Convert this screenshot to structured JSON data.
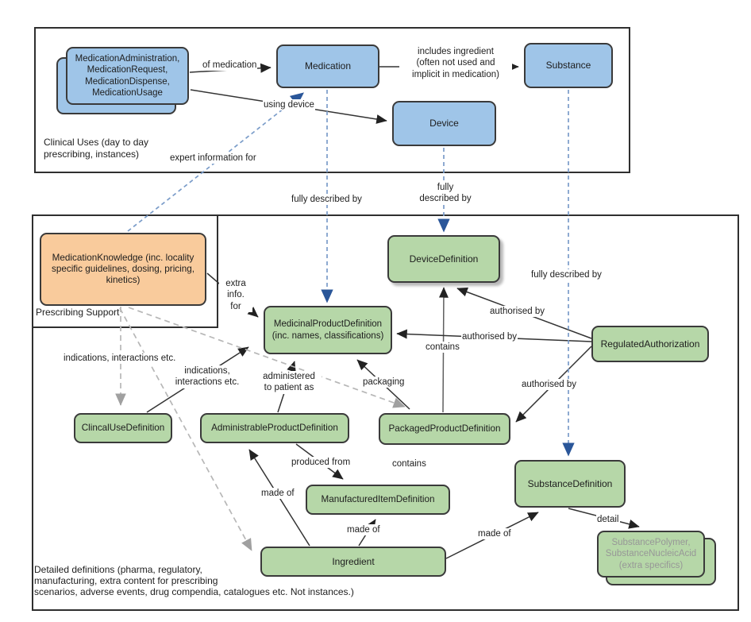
{
  "title": "Medication resources relationship diagram",
  "colors": {
    "node_blue": "#9fc5e8",
    "node_green": "#b6d7a8",
    "node_orange": "#f9cb9c",
    "connector_blue_dash": "#7a9cc9",
    "connector_blue_arrow": "#2a5699",
    "connector_gray_dash": "#b7b7b7",
    "connector_black": "#333333",
    "border_dark": "#2f2f2f",
    "muted_text": "#979797"
  },
  "containers": {
    "clinical": {
      "caption": "Clinical Uses (day to day\nprescribing, instances)"
    },
    "prescribing": {
      "caption": "Prescribing Support"
    },
    "detailed": {
      "caption": "Detailed definitions (pharma, regulatory,\nmanufacturing, extra content for prescribing\nscenarios, adverse events, drug compendia, catalogues etc. Not instances.)"
    }
  },
  "nodes": {
    "medication_stack": "MedicationAdministration,\nMedicationRequest,\nMedicationDispense,\nMedicationUsage",
    "medication": "Medication",
    "substance": "Substance",
    "device": "Device",
    "medication_knowledge": "MedicationKnowledge (inc. locality\nspecific guidelines, dosing, pricing,\nkinetics)",
    "medicinal_product_definition": "MedicinalProductDefinition\n(inc. names, classifications)",
    "device_definition": "DeviceDefinition",
    "regulated_authorization": "RegulatedAuthorization",
    "clincal_use_definition": "ClincalUseDefinition",
    "administrable_product_definition": "AdministrableProductDefinition",
    "packaged_product_definition": "PackagedProductDefinition",
    "manufactured_item_definition": "ManufacturedItemDefinition",
    "ingredient": "Ingredient",
    "substance_definition": "SubstanceDefinition",
    "substance_polymer": "SubstancePolymer,\nSubstanceNucleicAcid\n(extra specifics)"
  },
  "edge_labels": {
    "of_medication": "of medication",
    "includes_ingredient": "includes ingredient\n(often not used and\nimplicit in medication)",
    "using_device": "using device",
    "expert_information_for": "expert information for",
    "fully_described_by_medication": "fully described by",
    "fully_described_by_device": "fully\ndescribed by",
    "fully_described_by_substance": "fully described by",
    "extra_info_for": "extra\ninfo.\nfor",
    "indications_interactions_1": "indications, interactions etc.",
    "indications_interactions_2": "indications,\ninteractions etc.",
    "administered_to_patient_as": "administered\nto patient as",
    "packaging": "packaging",
    "authorised_by_device": "authorised by",
    "authorised_by_medicinal": "authorised by",
    "authorised_by_packaged": "authorised by",
    "contains_device": "contains",
    "contains_manufactured": "contains",
    "produced_from": "produced from",
    "made_of_administrable": "made of",
    "made_of_manufactured": "made of",
    "made_of_substance": "made of",
    "detail": "detail"
  }
}
